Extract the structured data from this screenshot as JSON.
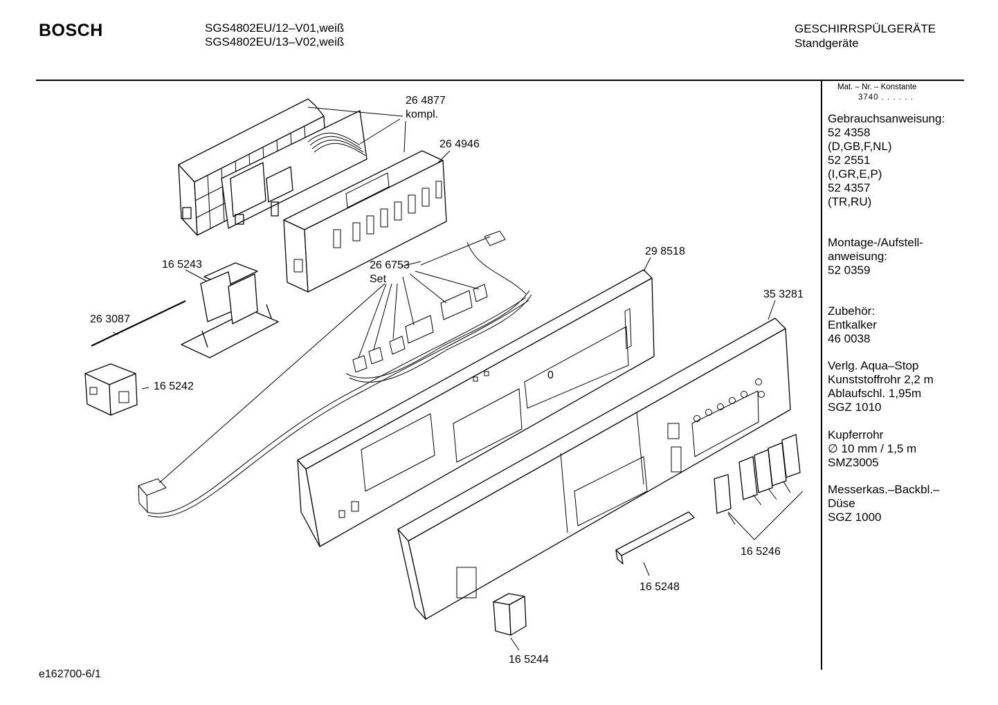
{
  "header": {
    "brand": "BOSCH",
    "models": [
      "SGS4802EU/12–V01,weiß",
      "SGS4802EU/13–V02,weiß"
    ],
    "category": "GESCHIRRSPÜLGERÄTE",
    "subcategory": "Standgeräte"
  },
  "sidebar": {
    "mat_header": "Mat. – Nr. – Konstante",
    "mat_value": "3740 .  .  .  .  .  .",
    "blocks": [
      {
        "lines": [
          "Gebrauchsanweisung:",
          "52 4358",
          "(D,GB,F,NL)",
          "52 2551",
          "(I,GR,E,P)",
          "52 4357",
          "(TR,RU)"
        ]
      },
      {
        "lines": [
          "Montage-/Aufstell-",
          "anweisung:",
          "52 0359"
        ]
      },
      {
        "lines": [
          "Zubehör:",
          "Entkalker",
          "46 0038"
        ]
      },
      {
        "lines": [
          "Verlg. Aqua–Stop",
          "Kunststoffrohr 2,2 m",
          "Ablaufschl. 1,95m",
          "SGZ 1010"
        ]
      },
      {
        "lines": [
          "Kupferrohr",
          "∅ 10 mm / 1,5 m",
          "SMZ3005"
        ]
      },
      {
        "lines": [
          "Messerkas.–Backbl.–",
          "Düse",
          "SGZ 1000"
        ]
      }
    ]
  },
  "parts": {
    "p264877": "26 4877",
    "p264877_sub": "kompl.",
    "p264946": "26 4946",
    "p165243": "16 5243",
    "p266753": "26 6753",
    "p266753_sub": "Set",
    "p298518": "29 8518",
    "p263087": "26 3087",
    "p353281": "35 3281",
    "p165242": "16 5242",
    "p165246": "16 5246",
    "p165248": "16 5248",
    "p165244": "16 5244",
    "panel_mark": "0"
  },
  "footer": {
    "code": "e162700-6/1"
  }
}
